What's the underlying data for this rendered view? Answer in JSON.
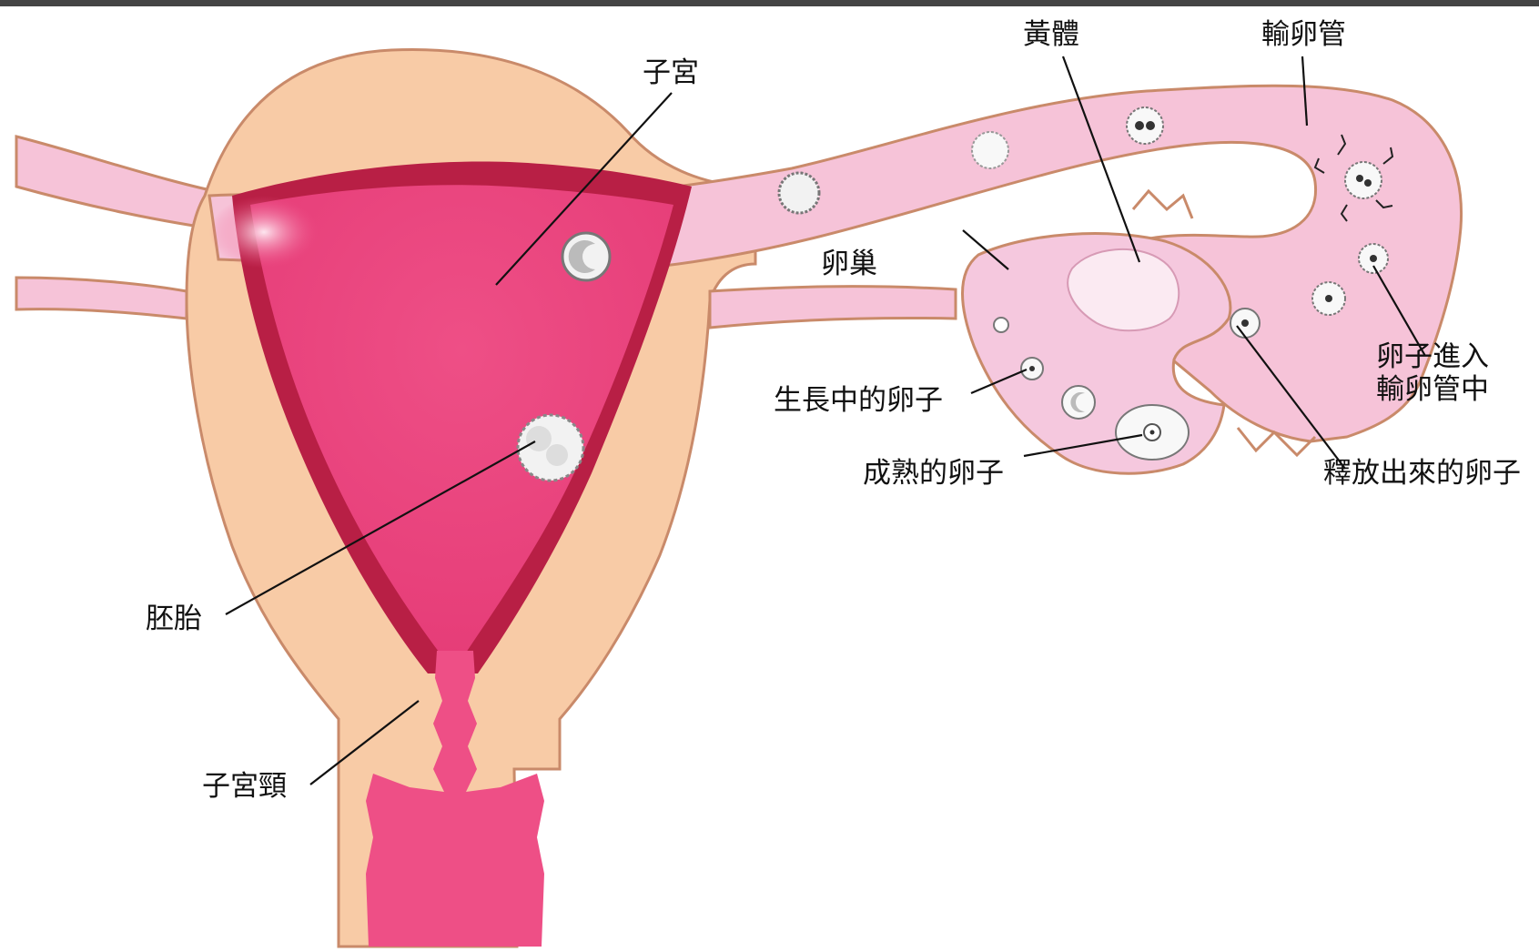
{
  "colors": {
    "background": "#ffffff",
    "tissue": "#f8cba6",
    "tissue_outline": "#c98a6a",
    "lining": "#b81f45",
    "cavity": "#ee4f86",
    "tube": "#f6c3d8",
    "ovary": "#f5c8de",
    "text": "#111111"
  },
  "labels": {
    "uterus": "子宮",
    "corpus_luteum": "黃體",
    "fallopian_tube": "輸卵管",
    "ovary": "卵巢",
    "growing_egg": "生長中的卵子",
    "mature_egg": "成熟的卵子",
    "released_egg": "釋放出來的卵子",
    "egg_enters_tube_line1": "卵子進入",
    "egg_enters_tube_line2": "輸卵管中",
    "embryo": "胚胎",
    "cervix": "子宮頸"
  },
  "icons": {
    "egg": "egg-icon",
    "embryo": "embryo-icon",
    "sperm": "sperm-icon"
  }
}
